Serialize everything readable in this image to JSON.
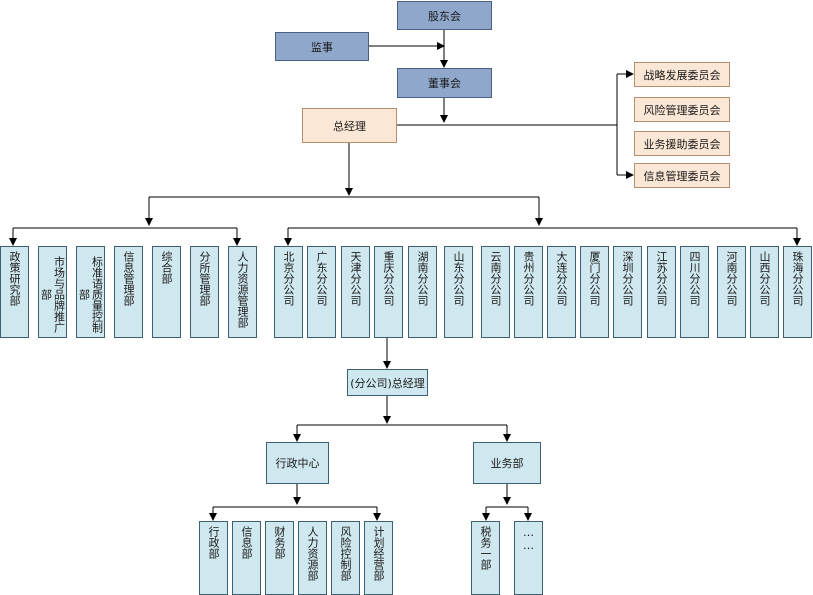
{
  "top": {
    "shareholders": "股东会",
    "supervisors": "监事",
    "board": "董事会",
    "gm": "总经理"
  },
  "committees": [
    "战略发展委员会",
    "风险管理委员会",
    "业务援助委员会",
    "信息管理委员会"
  ],
  "departments": [
    "政策研究部",
    "市场与品牌推广部",
    "标准语质量控制部",
    "信息管理部",
    "综合部",
    "分所管理部",
    "人力资源管理部"
  ],
  "branches": [
    "北京分公司",
    "广东分公司",
    "天津分公司",
    "重庆分公司",
    "湖南分公司",
    "山东分公司",
    "云南分公司",
    "贵州分公司",
    "大连分公司",
    "厦门分公司",
    "深圳分公司",
    "江苏分公司",
    "四川分公司",
    "河南分公司",
    "山西分公司",
    "珠海分公司"
  ],
  "branch_gm": "(分公司)总经理",
  "centers": {
    "admin": "行政中心",
    "business": "业务部"
  },
  "admin_units": [
    "行政部",
    "信息部",
    "财务部",
    "人力资源部",
    "风险控制部",
    "计划经营部"
  ],
  "business_units": [
    "税务一部",
    "……"
  ]
}
